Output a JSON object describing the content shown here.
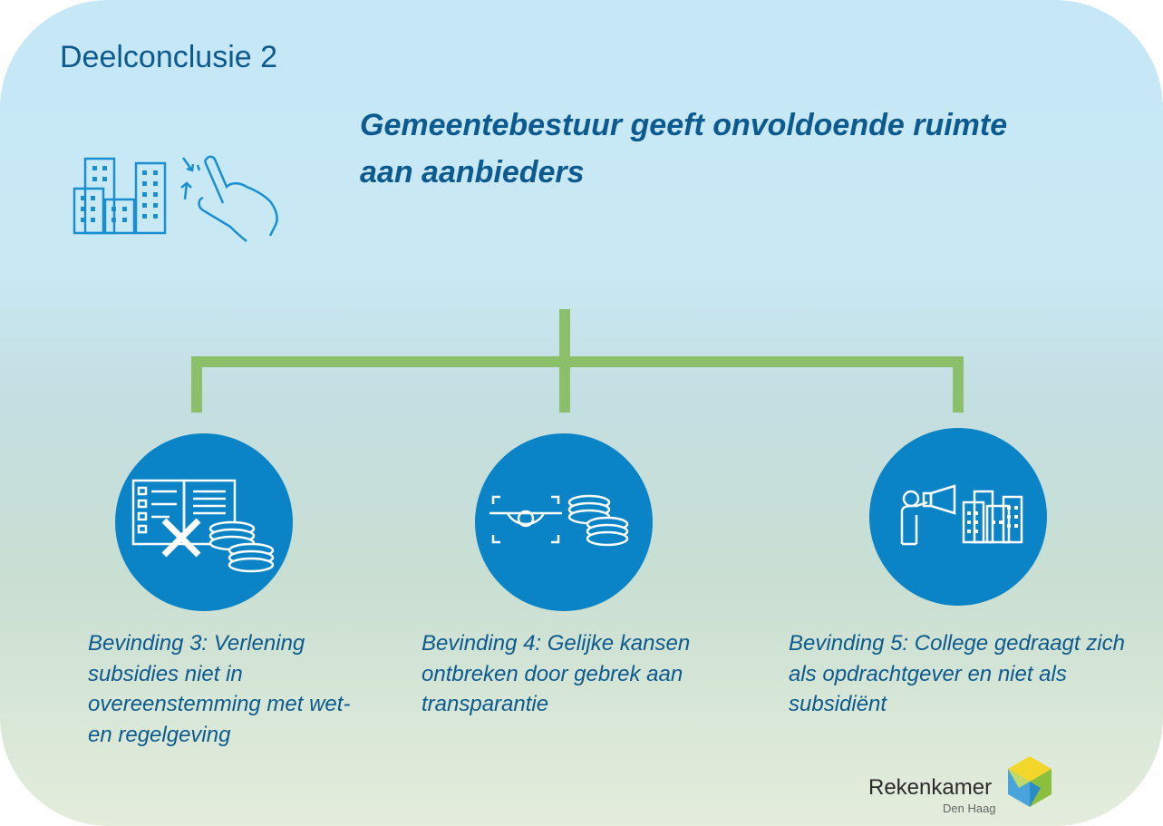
{
  "label": "Deelconclusie 2",
  "heading": "Gemeentebestuur geeft onvoldoende ruimte aan aanbieders",
  "findings": [
    {
      "text": "Bevinding 3: Verlening subsidies niet in overeenstemming met wet- en regelgeving"
    },
    {
      "text": "Bevinding 4: Gelijke kansen ontbreken door gebrek aan transparantie"
    },
    {
      "text": "Bevinding 5: College gedraagt zich als opdrachtgever en niet als subsidiënt"
    }
  ],
  "brand": {
    "name": "Rekenkamer",
    "sub": "Den Haag"
  },
  "colors": {
    "connector": "#8cbf6a",
    "circle": "#0a84c6",
    "text": "#0c5a8e",
    "icon": "#1a8fd0"
  },
  "icons": [
    "buildings-tap-icon",
    "checklist-coins-icon",
    "eye-coins-icon",
    "megaphone-buildings-icon",
    "rekenkamer-logo"
  ]
}
